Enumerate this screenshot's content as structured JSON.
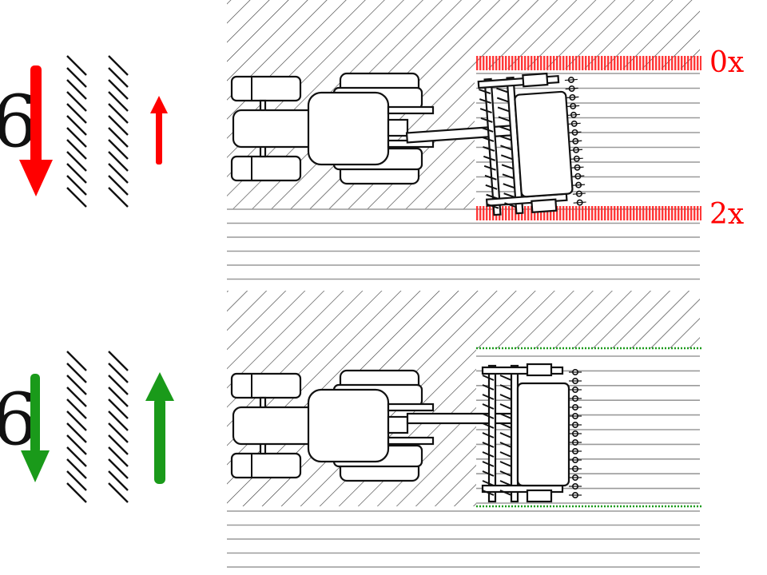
{
  "colors": {
    "bad": "#ff0000",
    "good": "#1a9a1a",
    "ink": "#111111",
    "seeded": "#9a9a9a",
    "hatch": "#333333",
    "background": "#ffffff"
  },
  "panels": [
    {
      "id": "misaligned",
      "status": "bad",
      "implement_skew_degrees": -4,
      "arrow_left": "down-large",
      "arrow_right": "up-small",
      "overlap_labels": {
        "top": "0x",
        "bottom": "2x"
      }
    },
    {
      "id": "aligned",
      "status": "good",
      "implement_skew_degrees": 0,
      "arrow_left": "down-medium",
      "arrow_right": "up-large",
      "overlap_labels": {
        "top": "",
        "bottom": ""
      }
    }
  ],
  "icons": [
    "tractor-icon",
    "seed-drill-icon",
    "tire-track-icon",
    "arrow-down-icon",
    "arrow-up-icon"
  ]
}
